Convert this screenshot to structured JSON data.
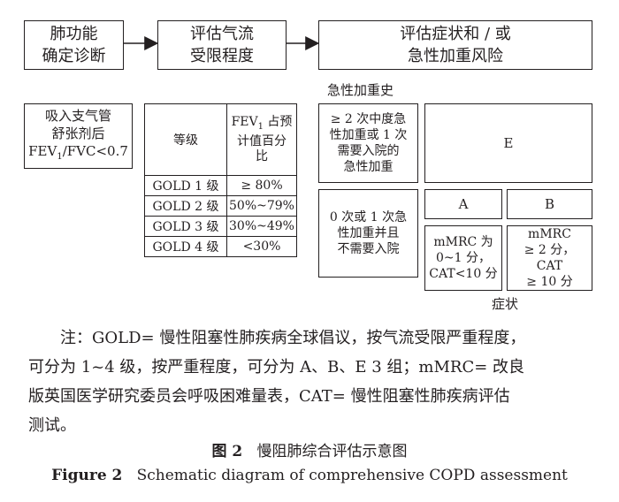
{
  "flow": {
    "step1": "肺功能\n确定诊断",
    "step2": "评估气流\n受限程度",
    "step3": "评估症状和 / 或\n急性加重风险"
  },
  "diagnosis": {
    "line1": "吸入支气管",
    "line2": "舒张剂后",
    "fev": "FEV",
    "sub": "1",
    "rest": "/FVC<0.7"
  },
  "gold_table": {
    "header_grade": "等级",
    "header_fev": "FEV",
    "header_fev_sub": "1",
    "header_fev_rest": " 占预\n计值百分\n比",
    "rows": [
      {
        "grade": "GOLD 1 级",
        "value": "≥ 80%"
      },
      {
        "grade": "GOLD 2 级",
        "value": "50%~79%"
      },
      {
        "grade": "GOLD 3 级",
        "value": "30%~49%"
      },
      {
        "grade": "GOLD 4 级",
        "value": "<30%"
      }
    ]
  },
  "grid": {
    "exacerbation_label": "急性加重史",
    "high_risk": "≥ 2 次中度急\n性加重或 1 次\n需要入院的\n急性加重",
    "low_risk": "0 次或 1 次急\n性加重并且\n不需要入院",
    "group_e": "E",
    "group_a": "A",
    "group_b": "B",
    "symptom_low": "mMRC 为\n0~1 分，\nCAT<10 分",
    "symptom_high": "mMRC\n≥ 2 分，\nCAT\n≥ 10 分",
    "symptom_label": "症状"
  },
  "note": {
    "line1": "注：GOLD= 慢性阻塞性肺疾病全球倡议，按气流受限严重程度，",
    "line2": "可分为 1~4 级，按严重程度，可分为 A、B、E 3 组；mMRC= 改良",
    "line3": "版英国医学研究委员会呼吸困难量表，CAT= 慢性阻塞性肺疾病评估",
    "line4": "测试。"
  },
  "caption": {
    "cn_label": "图 2",
    "cn_title": "慢阻肺综合评估示意图",
    "en_label": "Figure 2",
    "en_title": "Schematic diagram of comprehensive COPD assessment"
  }
}
